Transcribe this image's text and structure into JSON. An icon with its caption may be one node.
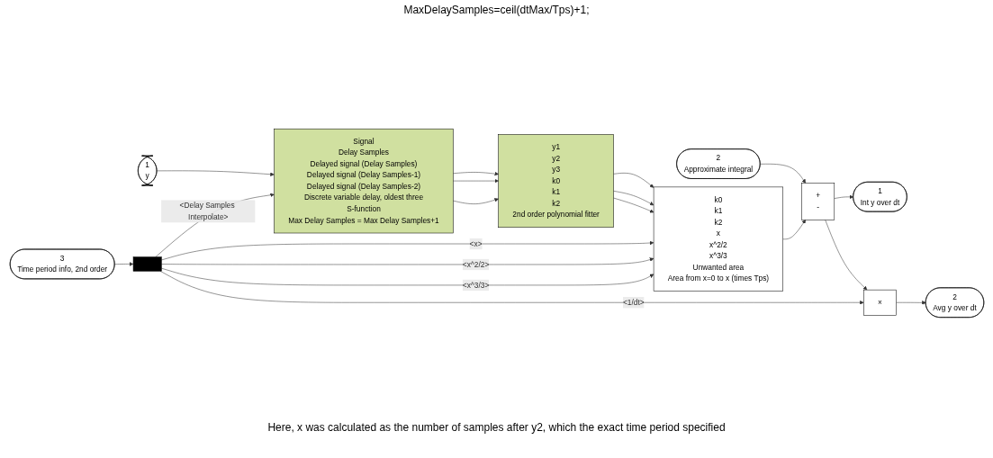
{
  "diagram": {
    "nodes": [
      {
        "text": [
          "2",
          "Approximate integral"
        ]
      },
      {
        "text": [
          "1",
          "y"
        ]
      },
      {
        "text": [
          "Signal",
          "Delay Samples",
          "Delayed signal (Delay Samples)",
          "Delayed signal (Delay Samples-1)",
          "Delayed signal (Delay Samples-2)",
          "Discrete variable delay, oldest three",
          "S-function",
          "Max Delay Samples = Max Delay Samples+1"
        ]
      },
      {
        "text": [
          "y1",
          "y2",
          "y3",
          "k0",
          "k1",
          "k2",
          "2nd order polynomial fitter"
        ]
      },
      {
        "text": [
          "k0",
          "k1",
          "k2",
          "x",
          "x^2/2",
          "x^3/3",
          "Unwanted area",
          "Area from x=0 to x (times Tps)"
        ]
      },
      {
        "text": [
          "+",
          "-"
        ]
      },
      {
        "text": [
          "×"
        ]
      },
      {
        "text": [
          "1",
          "Int y over dt"
        ]
      },
      {
        "text": [
          "2",
          "Avg y over dt"
        ]
      },
      {
        "text": [],
        "shape": "bar"
      },
      {
        "text": [
          "3",
          "Time period info, 2nd order"
        ]
      }
    ],
    "edges": [
      {
        "from": 1,
        "to": 2,
        "arrow": "to"
      },
      {
        "from": 2,
        "to": 3,
        "arrow": "to"
      },
      {
        "from": 2,
        "to": 3,
        "arrow": "to"
      },
      {
        "from": 2,
        "to": 3,
        "arrow": "to"
      },
      {
        "from": 3,
        "to": 4,
        "arrow": "to"
      },
      {
        "from": 3,
        "to": 4,
        "arrow": "to"
      },
      {
        "from": 3,
        "to": 4,
        "arrow": "to"
      },
      {
        "from": 0,
        "to": 5,
        "arrow": "to"
      },
      {
        "from": 4,
        "to": 5,
        "arrow": "to"
      },
      {
        "from": 5,
        "to": 7,
        "arrow": "to"
      },
      {
        "from": 5,
        "to": 6,
        "arrow": "to"
      },
      {
        "from": 6,
        "to": 8,
        "arrow": "to"
      },
      {
        "from": 10,
        "to": 9,
        "arrow": "to"
      },
      {
        "from": 9,
        "to": 2,
        "arrow": "to",
        "label": "<Delay Samples Interpolate>"
      },
      {
        "from": 9,
        "to": 4,
        "arrow": "to",
        "label": "<x>"
      },
      {
        "from": 9,
        "to": 4,
        "arrow": "to",
        "label": "<x^2/2>"
      },
      {
        "from": 9,
        "to": 4,
        "arrow": "to",
        "label": "<x^3/3>"
      },
      {
        "from": 9,
        "to": 6,
        "arrow": "to",
        "label": "<1/dt>"
      }
    ],
    "labels": [
      "MaxDelaySamples=ceil(dtMax/Tps)+1;",
      "Here, x was calculated as the number of samples after y2, which the exact time period specified"
    ]
  }
}
